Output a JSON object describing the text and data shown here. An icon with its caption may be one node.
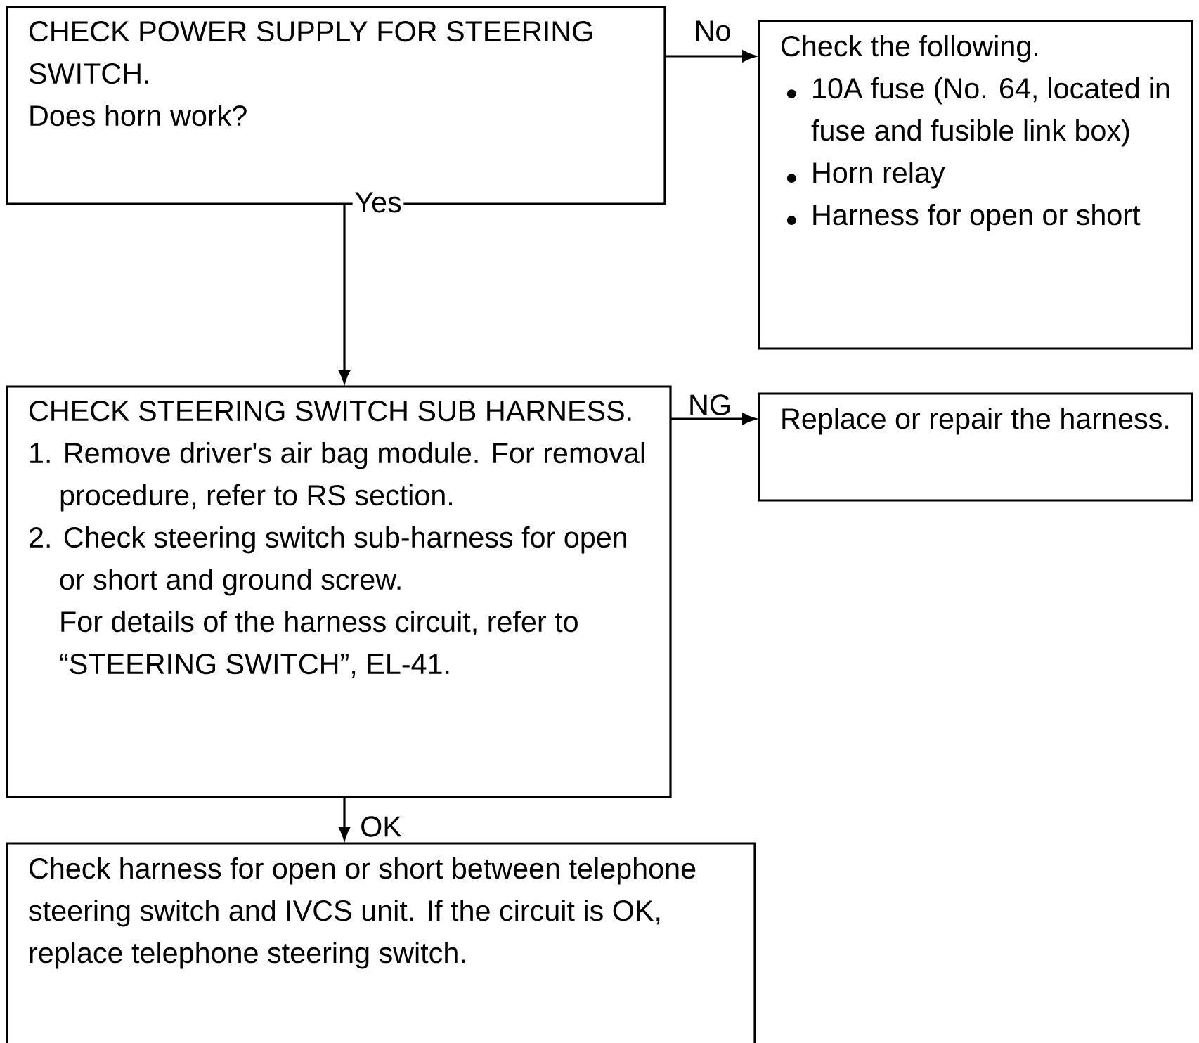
{
  "diagram": {
    "nodes": [
      {
        "text": [
          "CHECK POWER SUPPLY FOR STEERING SWITCH.",
          "Does horn work?"
        ]
      },
      {
        "text": [
          "Check the following.",
          "10A fuse (No. 64, located in fuse and fusible link box)",
          "Horn relay",
          "Harness for open or short"
        ]
      },
      {
        "text": [
          "CHECK STEERING SWITCH SUB HARNESS.",
          "1. Remove driver's air bag module. For removal procedure, refer to RS section.",
          "2. Check steering switch sub-harness for open or short and ground screw.",
          "For details of the harness circuit, refer to “STEERING SWITCH”, EL-41."
        ]
      },
      {
        "text": [
          "Replace or repair the harness."
        ]
      },
      {
        "text": [
          "Check harness for open or short between telephone steering switch and IVCS unit. If the circuit is OK, replace telephone steering switch."
        ]
      }
    ],
    "edges": [
      {
        "from": 0,
        "to": 1,
        "arrow": "to",
        "label": "No"
      },
      {
        "from": 0,
        "to": 2,
        "arrow": "to",
        "label": "Yes"
      },
      {
        "from": 2,
        "to": 3,
        "arrow": "to",
        "label": "NG"
      },
      {
        "from": 2,
        "to": 4,
        "arrow": "to",
        "label": "OK"
      }
    ]
  }
}
